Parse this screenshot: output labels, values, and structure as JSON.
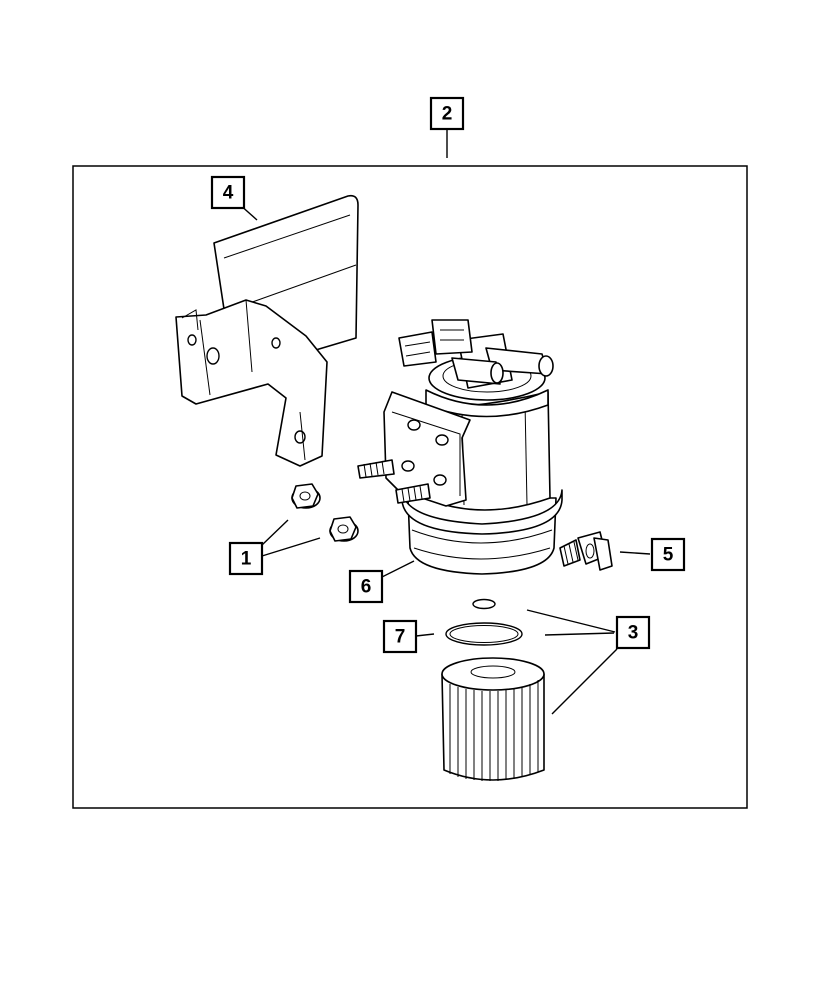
{
  "diagram": {
    "callouts": [
      {
        "id": "assembly",
        "label": "2"
      },
      {
        "id": "bracket",
        "label": "4"
      },
      {
        "id": "nuts",
        "label": "1"
      },
      {
        "id": "drain-valve",
        "label": "5"
      },
      {
        "id": "housing",
        "label": "6"
      },
      {
        "id": "seal",
        "label": "7"
      },
      {
        "id": "filter-kit",
        "label": "3"
      }
    ]
  }
}
